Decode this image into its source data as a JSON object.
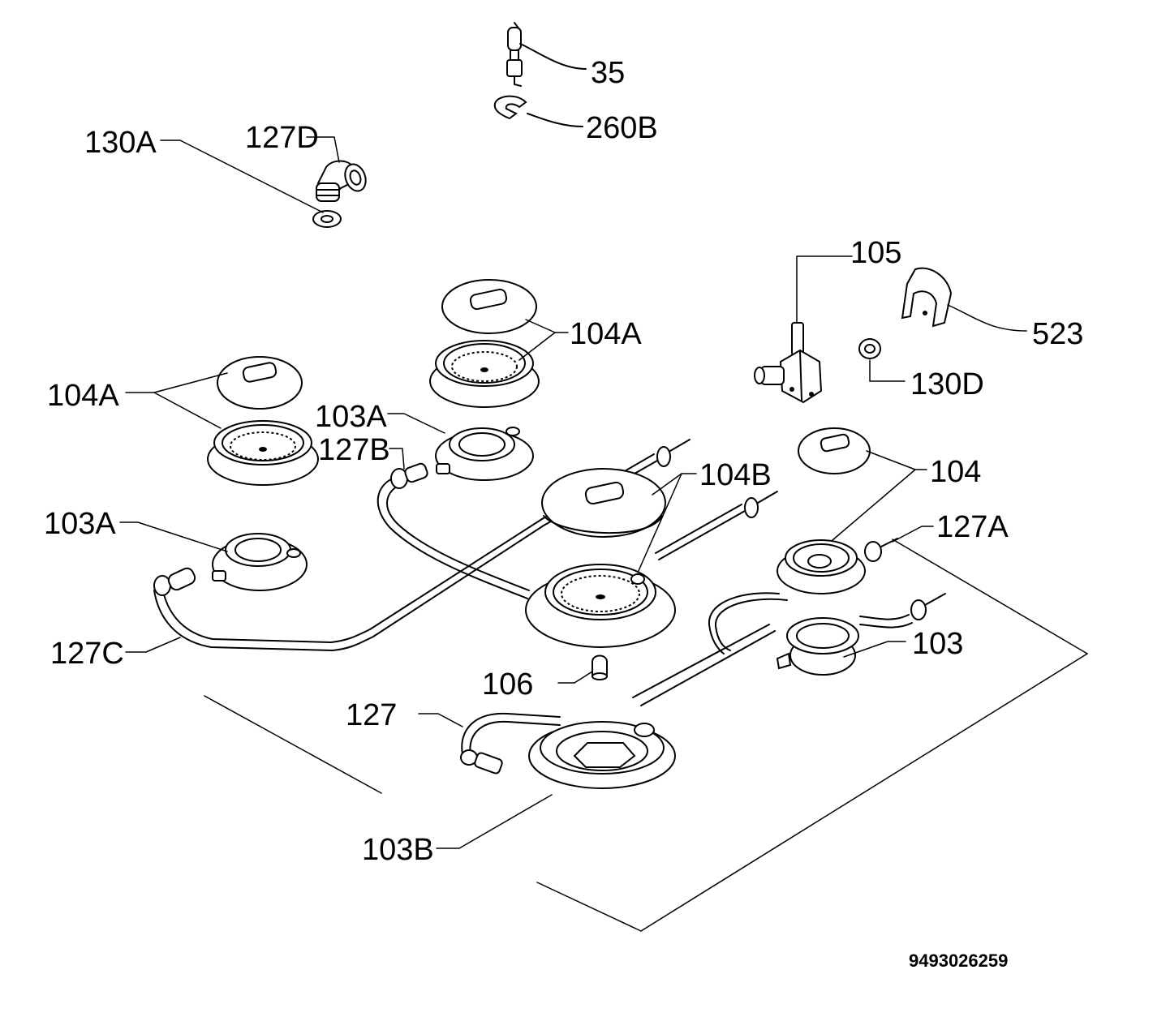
{
  "labels": {
    "p35": "35",
    "p260b": "260B",
    "p130a": "130A",
    "p127d": "127D",
    "p105": "105",
    "p523": "523",
    "p130d": "130D",
    "p104a_top": "104A",
    "p104a_left": "104A",
    "p103a_mid": "103A",
    "p127b": "127B",
    "p104b": "104B",
    "p104": "104",
    "p127a": "127A",
    "p103a_left": "103A",
    "p103": "103",
    "p127c": "127C",
    "p106": "106",
    "p127": "127",
    "p103b": "103B"
  },
  "document_number": "9493026259"
}
